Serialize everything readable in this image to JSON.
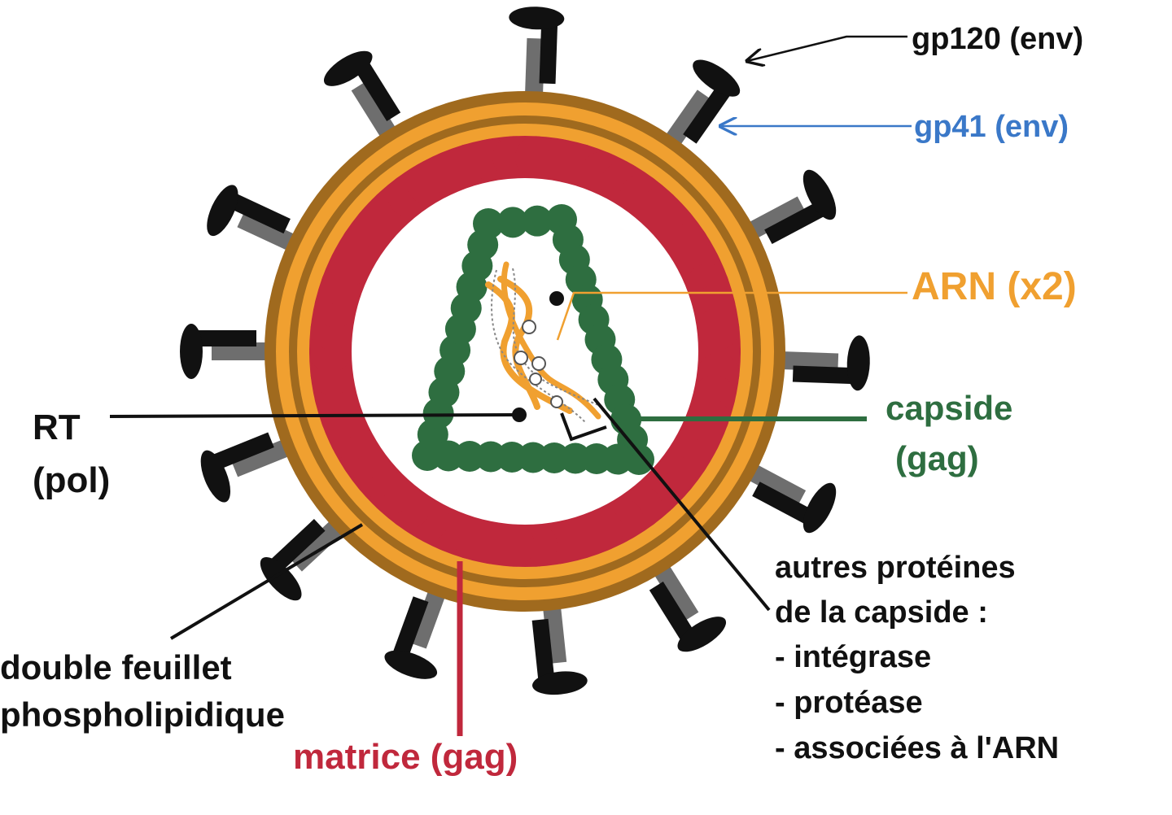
{
  "labels": {
    "gp120": "gp120 (env)",
    "gp41": "gp41 (env)",
    "arn": "ARN (x2)",
    "capside_line1": "capside",
    "capside_line2": "(gag)",
    "rt_line1": "RT",
    "rt_line2": "(pol)",
    "bilayer_line1": "double feuillet",
    "bilayer_line2": "phospholipidique",
    "matrice": "matrice (gag)",
    "proteins_line1": "autres protéines",
    "proteins_line2": "de la capside :",
    "proteins_line3": "- intégrase",
    "proteins_line4": "- protéase",
    "proteins_line5": "- associées à l'ARN"
  },
  "colors": {
    "gp120": "#111111",
    "gp41": "#3a78c8",
    "arn": "#f0a030",
    "capside": "#2e6e40",
    "matrice": "#c0283c",
    "bilayer_outer": "#a06a1e",
    "bilayer_inner": "#f0a030",
    "spike_stem": "#6e6e6e",
    "text_dark": "#111111"
  }
}
